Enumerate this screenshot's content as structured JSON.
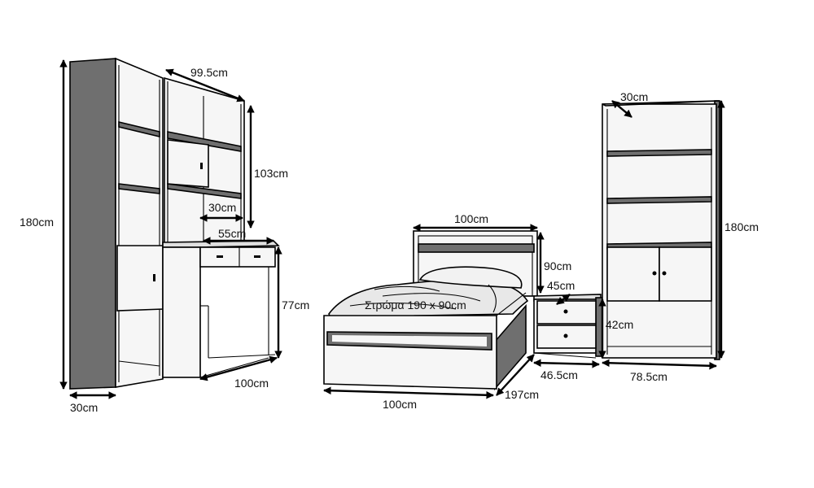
{
  "colors": {
    "board_edge": "#f6f6f6",
    "board_side": "#6f6f6f",
    "board_dark": "#4a4a4a",
    "mattress": "#e8e8e8",
    "line": "#000000"
  },
  "left_wardrobe": {
    "height_label": "180cm",
    "depth_label": "30cm"
  },
  "desk_unit": {
    "width_label": "99.5cm",
    "hutch_height_label": "103cm",
    "hutch_depth_label": "30cm",
    "drawer_width_label": "55cm",
    "desk_height_label": "77cm",
    "desk_depth_label": "100cm"
  },
  "bed": {
    "headboard_width_label": "100cm",
    "headboard_height_label": "90cm",
    "mattress_label": "Στρώμα 190 x 90cm",
    "bed_width_label": "100cm",
    "bed_length_label": "197cm"
  },
  "nightstand": {
    "depth_label": "45cm",
    "height_label": "42cm",
    "width_label": "46.5cm"
  },
  "bookcase": {
    "depth_label": "30cm",
    "height_label": "180cm",
    "width_label": "78.5cm"
  }
}
